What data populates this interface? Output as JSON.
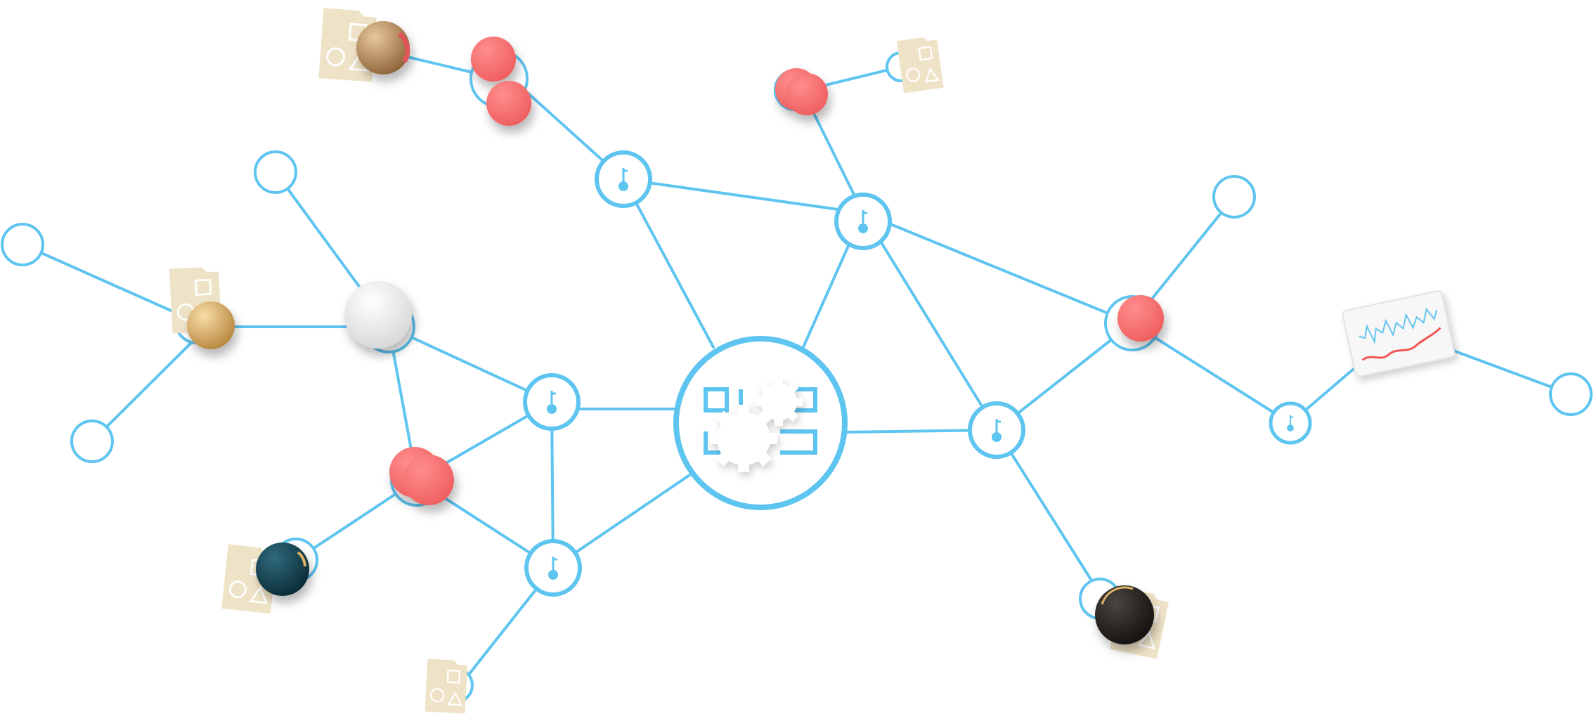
{
  "colors": {
    "link": "#5ec4f0",
    "node_fill": "#ffffff",
    "coral": "#f76a6a",
    "coral_dark": "#d24848",
    "folder": "#efe3c7",
    "folder_line": "#ffffff",
    "user_tan": "#c69a62",
    "user_gold": "#e0b46a",
    "user_white": "#f1f1f1",
    "user_teal": "#103a48",
    "user_black": "#1e1a18",
    "chart_red": "#ef5350",
    "chart_blue": "#5ec4f0"
  },
  "diagram": {
    "hub": {
      "icon": "gears-hub-icon"
    },
    "key_nodes": [
      "key-icon",
      "key-icon",
      "key-icon",
      "key-icon",
      "key-icon",
      "key-icon"
    ],
    "leaf_nodes": [
      "leaf",
      "leaf",
      "leaf",
      "leaf",
      "leaf",
      "leaf"
    ],
    "endpoints": [
      "coral-pair",
      "coral-pair",
      "coral-single",
      "coral-pair",
      "user-tan",
      "user-gold",
      "user-white",
      "user-teal",
      "user-black"
    ],
    "documents": [
      "document-icon",
      "document-icon",
      "document-icon",
      "document-icon",
      "document-icon",
      "document-icon"
    ],
    "monitor_card": {
      "icon": "line-chart-card-icon"
    }
  }
}
